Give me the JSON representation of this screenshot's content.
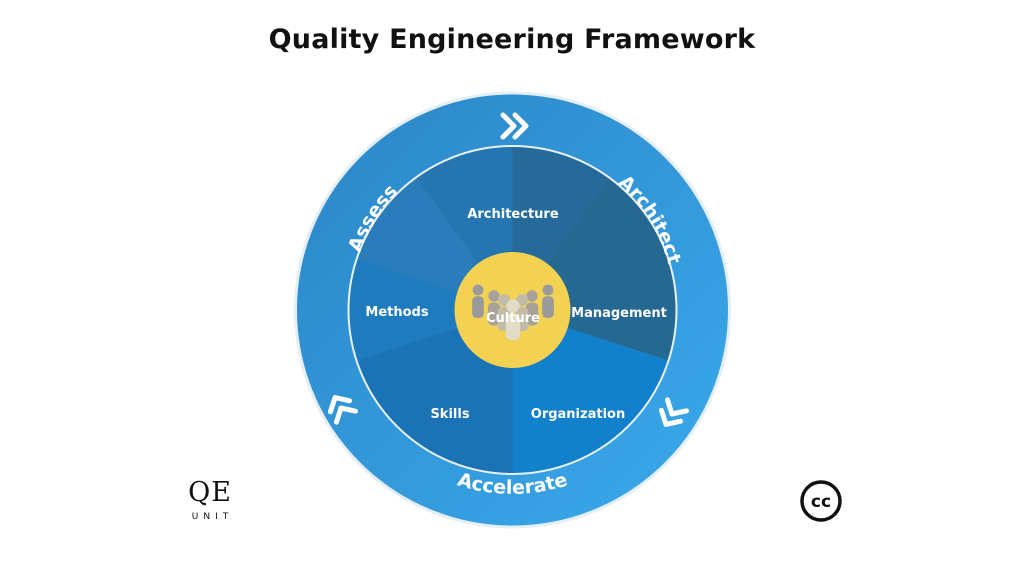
{
  "title": "Quality Engineering Framework",
  "ring": {
    "labels": [
      "Assess",
      "Architect",
      "Accelerate"
    ],
    "color": "#2f8fd0"
  },
  "segments": [
    {
      "label": "Architecture",
      "color": "#2372a8"
    },
    {
      "label": "Management",
      "color": "#256892"
    },
    {
      "label": "Organization",
      "color": "#1380cc"
    },
    {
      "label": "Skills",
      "color": "#1b73b5"
    },
    {
      "label": "Methods",
      "color": "#1e7bbd"
    }
  ],
  "core": {
    "label": "Culture",
    "color": "#f3d253"
  },
  "logos": {
    "qe_main": "QE",
    "qe_sub": "UNIT",
    "cc_mark": "cc"
  }
}
